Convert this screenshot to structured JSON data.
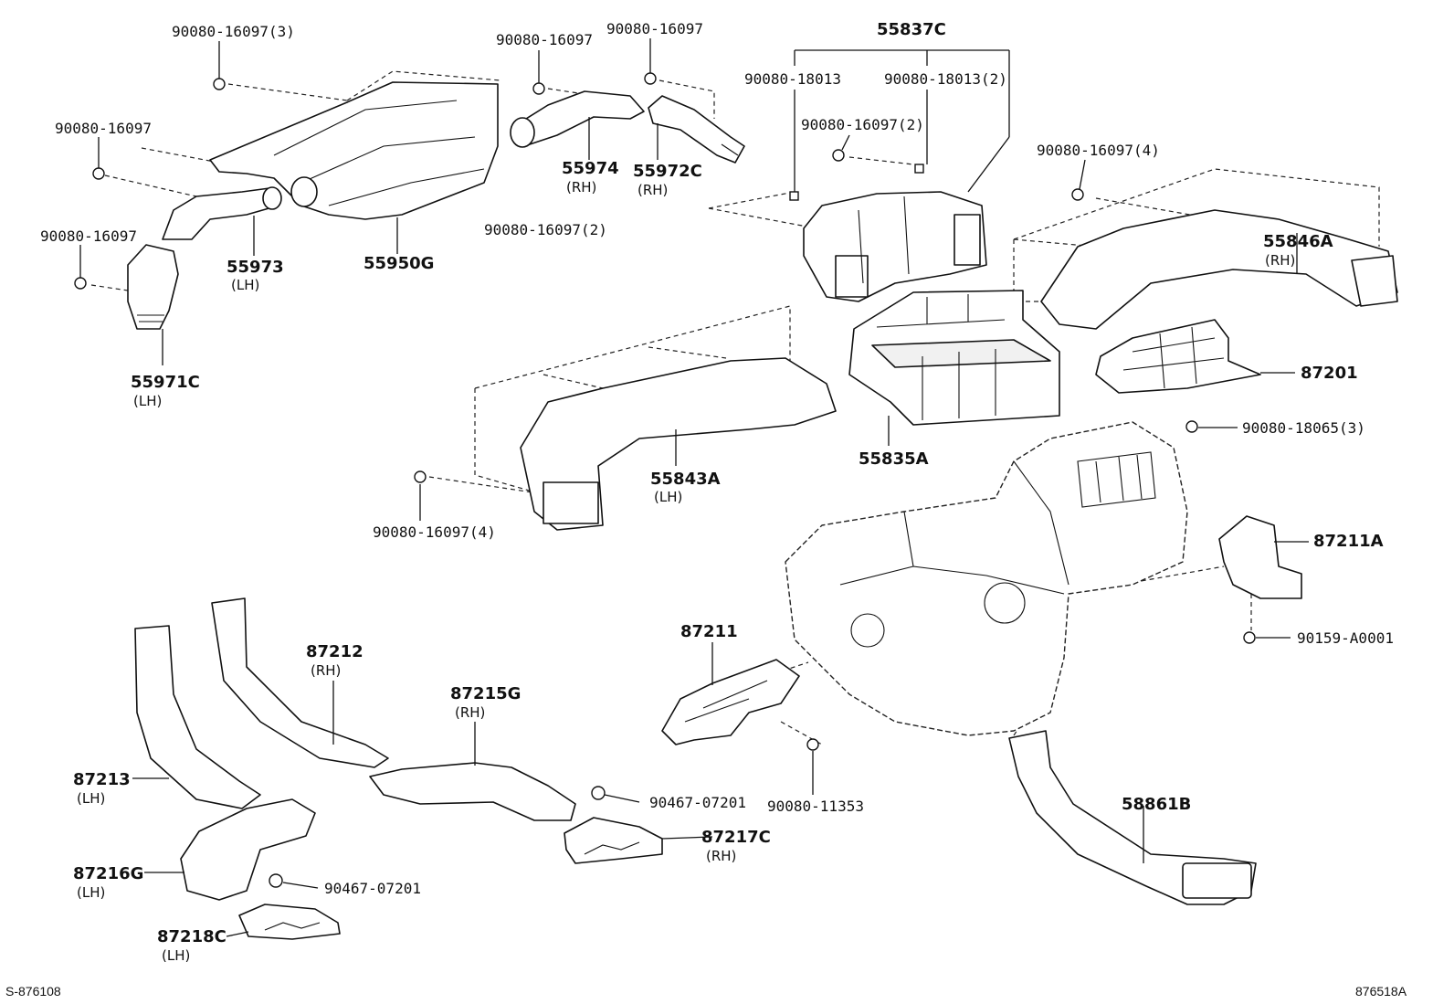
{
  "diagram": {
    "corner_left": "S-876108",
    "corner_right": "876518A",
    "labels": {
      "b_90080_16097_3": "90080-16097(3)",
      "b_90080_16097_a": "90080-16097",
      "b_90080_16097_b": "90080-16097",
      "b_90080_16097_c": "90080-16097",
      "b_90080_16097_d": "90080-16097",
      "b_90080_16097_2_mid": "90080-16097(2)",
      "p_55837C": "55837C",
      "b_90080_18013": "90080-18013",
      "b_90080_18013_2": "90080-18013(2)",
      "b_90080_16097_2_right": "90080-16097(2)",
      "b_90080_16097_4_right": "90080-16097(4)",
      "p_55974": "55974",
      "p_55974_side": "(RH)",
      "p_55972C": "55972C",
      "p_55972C_side": "(RH)",
      "p_55973": "55973",
      "p_55973_side": "(LH)",
      "p_55950G": "55950G",
      "p_55971C": "55971C",
      "p_55971C_side": "(LH)",
      "p_55846A": "55846A",
      "p_55846A_side": "(RH)",
      "p_87201": "87201",
      "b_90080_18065_3": "90080-18065(3)",
      "p_55835A": "55835A",
      "p_55843A": "55843A",
      "p_55843A_side": "(LH)",
      "b_90080_16097_4_left": "90080-16097(4)",
      "p_87211A": "87211A",
      "b_90159_A0001": "90159-A0001",
      "p_87211": "87211",
      "b_90080_11353": "90080-11353",
      "p_87212": "87212",
      "p_87212_side": "(RH)",
      "p_87215G": "87215G",
      "p_87215G_side": "(RH)",
      "p_87213": "87213",
      "p_87213_side": "(LH)",
      "b_90467_07201_a": "90467-07201",
      "p_87217C": "87217C",
      "p_87217C_side": "(RH)",
      "p_58861B": "58861B",
      "p_87216G": "87216G",
      "p_87216G_side": "(LH)",
      "b_90467_07201_b": "90467-07201",
      "p_87218C": "87218C",
      "p_87218C_side": "(LH)"
    }
  }
}
